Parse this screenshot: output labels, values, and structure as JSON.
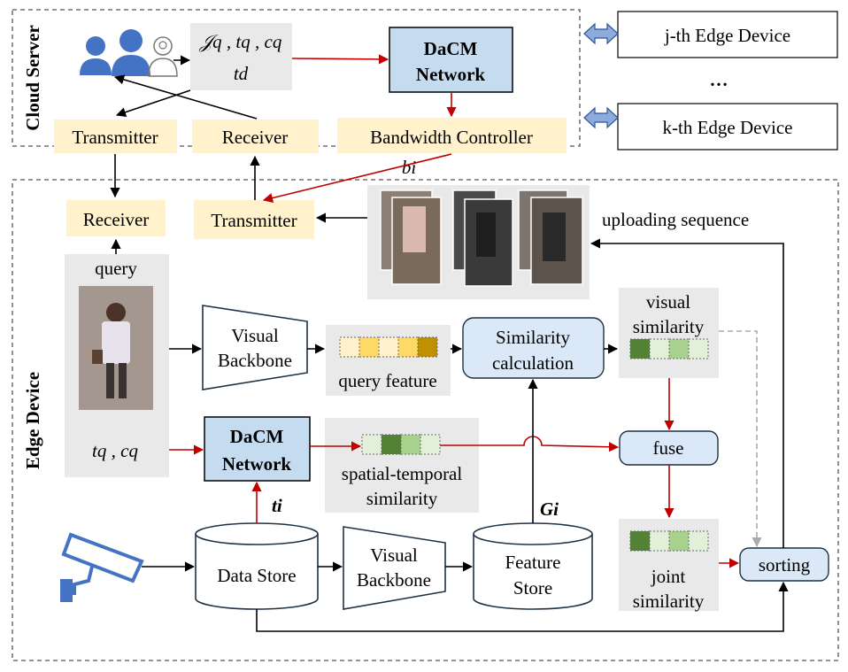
{
  "sections": {
    "cloud_server": "Cloud Server",
    "edge_device": "Edge Device"
  },
  "cloud": {
    "query_vars_line1": "𝒥q , tq , cq",
    "query_vars_line2": "td",
    "dacm_line1": "DaCM",
    "dacm_line2": "Network",
    "transmitter": "Transmitter",
    "receiver": "Receiver",
    "bandwidth_controller": "Bandwidth Controller",
    "bandwidth_symbol": "bi"
  },
  "peers": {
    "j_device": "j-th Edge Device",
    "ellipsis": "…",
    "k_device": "k-th Edge Device"
  },
  "edge": {
    "receiver": "Receiver",
    "transmitter": "Transmitter",
    "uploading_sequence": "uploading sequence",
    "query_label": "query",
    "query_vars": "tq , cq",
    "visual_backbone_top_line1": "Visual",
    "visual_backbone_top_line2": "Backbone",
    "query_feature": "query feature",
    "similarity_calc_line1": "Similarity",
    "similarity_calc_line2": "calculation",
    "visual_similarity_line1": "visual",
    "visual_similarity_line2": "similarity",
    "dacm_line1": "DaCM",
    "dacm_line2": "Network",
    "st_similarity_line1": "spatial-temporal",
    "st_similarity_line2": "similarity",
    "fuse": "fuse",
    "t_i": "ti",
    "g_i": "Gi",
    "data_store": "Data Store",
    "visual_backbone_bottom_line1": "Visual",
    "visual_backbone_bottom_line2": "Backbone",
    "feature_store_line1": "Feature",
    "feature_store_line2": "Store",
    "joint_similarity_line1": "joint",
    "joint_similarity_line2": "similarity",
    "sorting": "sorting"
  },
  "colors": {
    "cream": "#fff2cc",
    "blue_box": "#c5dcf0",
    "light_blue_box": "#dae8f7",
    "gray_panel": "#e9e9e9",
    "red_arrow": "#c00000",
    "dark_green": "#548235",
    "light_green": "#a9d18e",
    "pale_green": "#e2f0d9",
    "gold": "#bf9000",
    "yellow": "#ffd966",
    "pale_yellow": "#fff2cc",
    "device_blue": "#4472c4"
  },
  "icons": [
    "users-icon",
    "ghost-user-icon",
    "double-arrow-icon",
    "camera-icon",
    "person-image",
    "cylinder-icon"
  ]
}
